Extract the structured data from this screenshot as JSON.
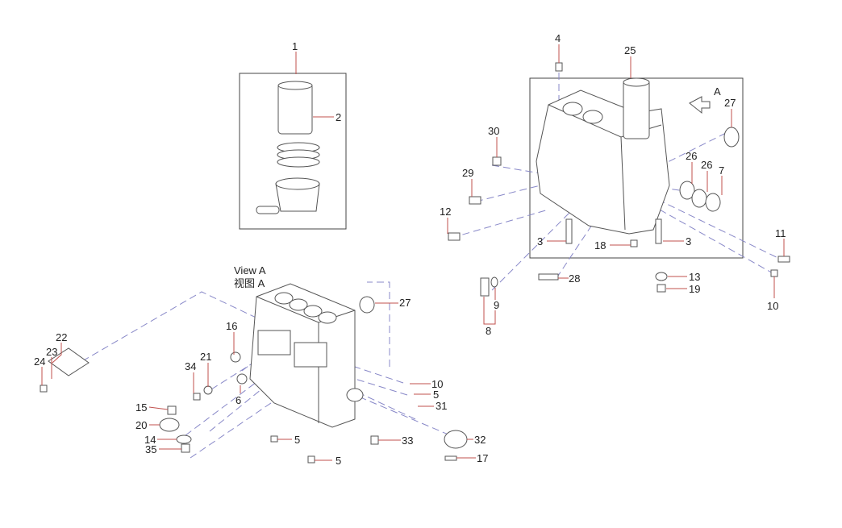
{
  "view_title": {
    "en": "View  A",
    "zh": "视图 A"
  },
  "arrow_label": "A",
  "callouts": {
    "c1": "1",
    "c2": "2",
    "c3a": "3",
    "c3b": "3",
    "c4": "4",
    "c25": "25",
    "c27a": "27",
    "c26a": "26",
    "c26b": "26",
    "c7": "7",
    "c30": "30",
    "c29": "29",
    "c12": "12",
    "c11": "11",
    "c13": "13",
    "c19": "19",
    "c28": "28",
    "c9": "9",
    "c8": "8",
    "c10a": "10",
    "c18": "18",
    "c27b": "27",
    "c16": "16",
    "c21": "21",
    "c34": "34",
    "c6": "6",
    "c22": "22",
    "c23": "23",
    "c24": "24",
    "c15": "15",
    "c20": "20",
    "c14": "14",
    "c35": "35",
    "c10b": "10",
    "c5a": "5",
    "c31": "31",
    "c5b": "5",
    "c33": "33",
    "c32": "32",
    "c17": "17",
    "c5c": "5"
  },
  "colors": {
    "leader": "#c0504d",
    "dash": "#8888c8"
  }
}
